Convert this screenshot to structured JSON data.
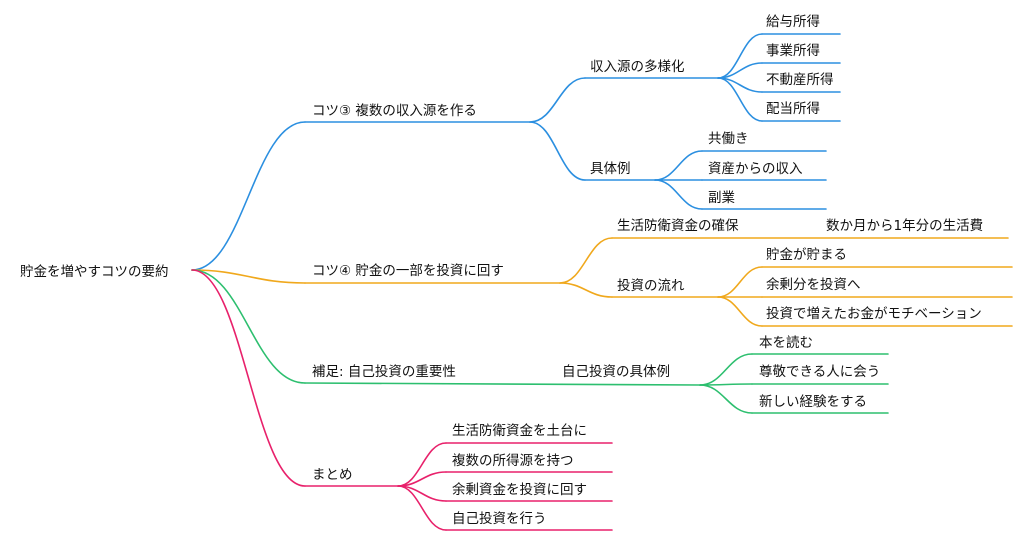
{
  "root": {
    "label": "貯金を増やすコツの要約"
  },
  "colors": {
    "blue": "#2b8fe0",
    "orange": "#f0a81c",
    "green": "#2dbf6f",
    "pink": "#e8216b"
  },
  "branches": [
    {
      "label": "コツ③ 複数の収入源を作る",
      "color": "blue",
      "children": [
        {
          "label": "収入源の多様化",
          "children": [
            {
              "label": "給与所得"
            },
            {
              "label": "事業所得"
            },
            {
              "label": "不動産所得"
            },
            {
              "label": "配当所得"
            }
          ]
        },
        {
          "label": "具体例",
          "children": [
            {
              "label": "共働き"
            },
            {
              "label": "資産からの収入"
            },
            {
              "label": "副業"
            }
          ]
        }
      ]
    },
    {
      "label": "コツ④ 貯金の一部を投資に回す",
      "color": "orange",
      "children": [
        {
          "label": "生活防衛資金の確保",
          "children": [
            {
              "label": "数か月から1年分の生活費"
            }
          ]
        },
        {
          "label": "投資の流れ",
          "children": [
            {
              "label": "貯金が貯まる"
            },
            {
              "label": "余剰分を投資へ"
            },
            {
              "label": "投資で増えたお金がモチベーション"
            }
          ]
        }
      ]
    },
    {
      "label": "補足: 自己投資の重要性",
      "color": "green",
      "children": [
        {
          "label": "自己投資の具体例",
          "children": [
            {
              "label": "本を読む"
            },
            {
              "label": "尊敬できる人に会う"
            },
            {
              "label": "新しい経験をする"
            }
          ]
        }
      ]
    },
    {
      "label": "まとめ",
      "color": "pink",
      "children": [
        {
          "label": "生活防衛資金を土台に"
        },
        {
          "label": "複数の所得源を持つ"
        },
        {
          "label": "余剰資金を投資に回す"
        },
        {
          "label": "自己投資を行う"
        }
      ]
    }
  ]
}
